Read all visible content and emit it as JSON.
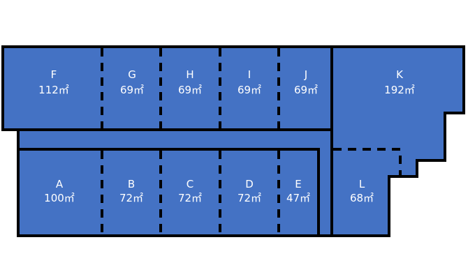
{
  "colors": {
    "unit_fill": "#4472c4",
    "walls": "#000000",
    "text": "#ffffff"
  },
  "units": [
    {
      "id": "F",
      "area": "112㎡"
    },
    {
      "id": "G",
      "area": "69㎡"
    },
    {
      "id": "H",
      "area": "69㎡"
    },
    {
      "id": "I",
      "area": "69㎡"
    },
    {
      "id": "J",
      "area": "69㎡"
    },
    {
      "id": "K",
      "area": "192㎡"
    },
    {
      "id": "A",
      "area": "100㎡"
    },
    {
      "id": "B",
      "area": "72㎡"
    },
    {
      "id": "C",
      "area": "72㎡"
    },
    {
      "id": "D",
      "area": "72㎡"
    },
    {
      "id": "E",
      "area": "47㎡"
    },
    {
      "id": "L",
      "area": "68㎡"
    }
  ]
}
